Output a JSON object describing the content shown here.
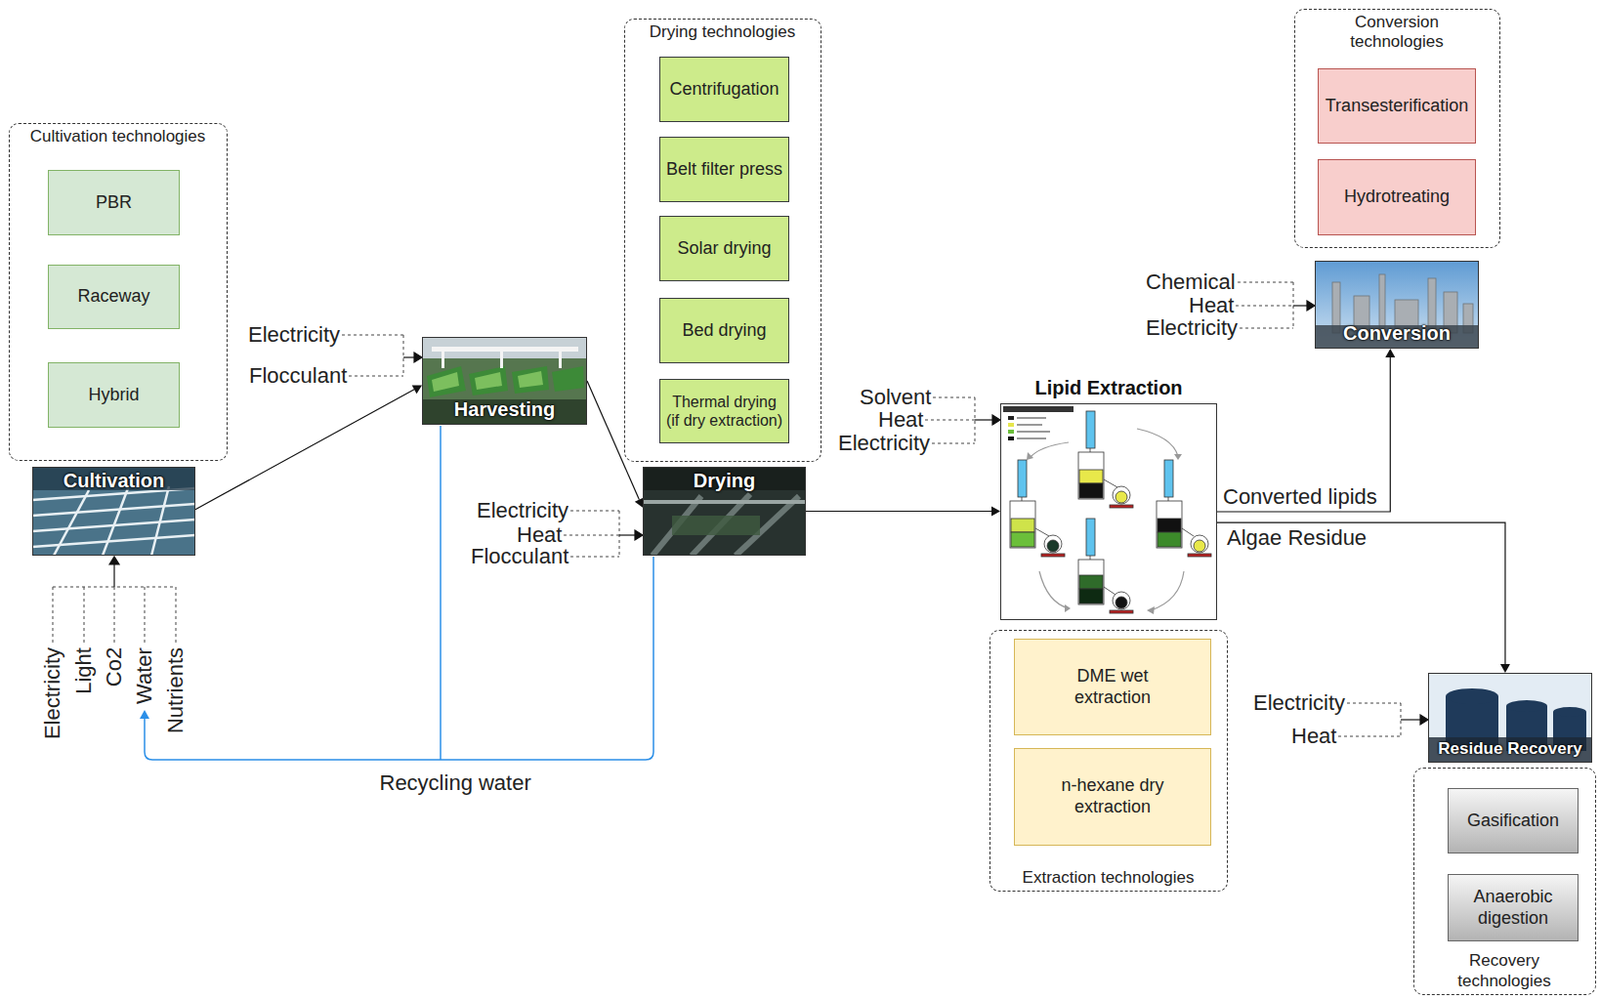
{
  "diagram": {
    "nodes": [
      {
        "text": [
          "Cultivation technologies"
        ]
      },
      {
        "text": [
          "PBR"
        ],
        "in": 0
      },
      {
        "text": [
          "Raceway"
        ],
        "in": 0
      },
      {
        "text": [
          "Hybrid"
        ],
        "in": 0
      },
      {
        "text": [
          "Cultivation"
        ]
      },
      {
        "text": [
          "Harvesting"
        ]
      },
      {
        "text": [
          "Drying technologies"
        ]
      },
      {
        "text": [
          "Centrifugation"
        ],
        "in": 6
      },
      {
        "text": [
          "Belt filter press"
        ],
        "in": 6
      },
      {
        "text": [
          "Solar drying"
        ],
        "in": 6
      },
      {
        "text": [
          "Bed drying"
        ],
        "in": 6
      },
      {
        "text": [
          "Thermal drying (if dry extraction)"
        ],
        "in": 6
      },
      {
        "text": [
          "Drying"
        ]
      },
      {
        "text": [
          "Lipid Extraction"
        ]
      },
      {
        "text": [
          "Extraction technologies"
        ]
      },
      {
        "text": [
          "DME wet extraction"
        ],
        "in": 14
      },
      {
        "text": [
          "n-hexane dry extraction"
        ],
        "in": 14
      },
      {
        "text": [
          "Conversion technologies"
        ]
      },
      {
        "text": [
          "Transesterification"
        ],
        "in": 17
      },
      {
        "text": [
          "Hydrotreating"
        ],
        "in": 17
      },
      {
        "text": [
          "Conversion"
        ]
      },
      {
        "text": [
          "Residue Recovery"
        ]
      },
      {
        "text": [
          "Recovery technologies"
        ]
      },
      {
        "text": [
          "Gasification"
        ],
        "in": 22
      },
      {
        "text": [
          "Anaerobic digestion"
        ],
        "in": 22
      }
    ],
    "edges": [
      {
        "from": 4,
        "to": 5,
        "arrow": "to"
      },
      {
        "from": 5,
        "to": 12,
        "arrow": "to"
      },
      {
        "from": 12,
        "to": 13,
        "arrow": "to"
      },
      {
        "from": 13,
        "to": 20,
        "label": "Converted lipids",
        "arrow": "to"
      },
      {
        "from": 13,
        "to": 21,
        "label": "Algae Residue",
        "arrow": "to"
      }
    ],
    "labels": [
      "Electricity",
      "Light",
      "Co2",
      "Water",
      "Nutrients",
      "Electricity",
      "Flocculant",
      "Electricity",
      "Heat",
      "Flocculant",
      "Recycling water",
      "Solvent",
      "Heat",
      "Electricity",
      "Chemical",
      "Heat",
      "Electricity",
      "Electricity",
      "Heat"
    ]
  }
}
